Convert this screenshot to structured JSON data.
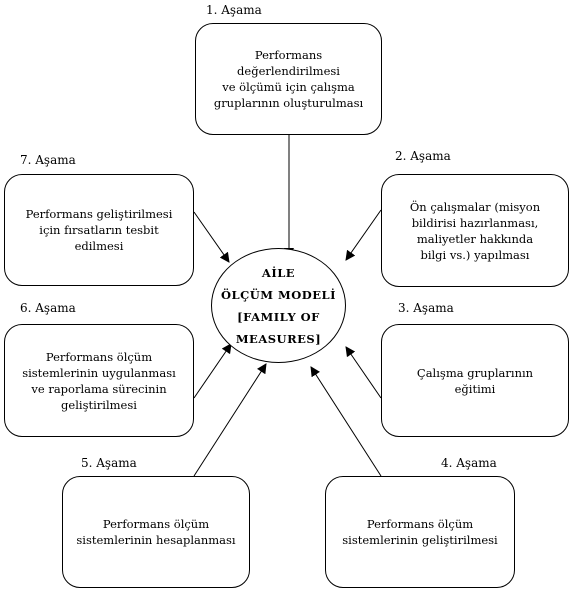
{
  "center": {
    "lines": [
      "AİLE",
      "ÖLÇÜM MODELİ",
      "[FAMILY OF",
      "MEASURES]"
    ]
  },
  "stages": [
    {
      "label": "1. Aşama",
      "text": "Performans\ndeğerlendirilmesi\nve ölçümü için çalışma\ngruplarının oluşturulması"
    },
    {
      "label": "2. Aşama",
      "text": "Ön çalışmalar (misyon\nbildirisi hazırlanması,\nmaliyetler hakkında\nbilgi vs.) yapılması"
    },
    {
      "label": "3. Aşama",
      "text": "Çalışma gruplarının\neğitimi"
    },
    {
      "label": "4. Aşama",
      "text": "Performans ölçüm\nsistemlerinin geliştirilmesi"
    },
    {
      "label": "5. Aşama",
      "text": "Performans ölçüm\nsistemlerinin hesaplanması"
    },
    {
      "label": "6. Aşama",
      "text": "Performans ölçüm\nsistemlerinin uygulanması\nve raporlama sürecinin\ngeliştirilmesi"
    },
    {
      "label": "7. Aşama",
      "text": "Performans geliştirilmesi\niçin fırsatların tesbit\nedilmesi"
    }
  ]
}
